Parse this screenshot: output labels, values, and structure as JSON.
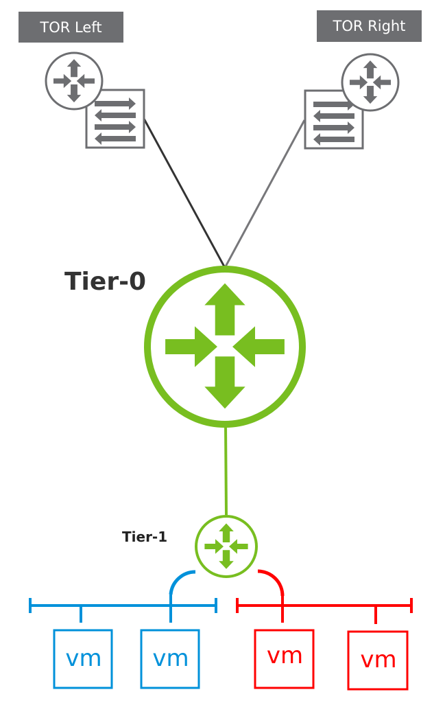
{
  "colors": {
    "tor_gray": "#6d6e71",
    "link_dark": "#333333",
    "link_gray": "#77777a",
    "tier_green": "#78be20",
    "segment_blue": "#0091da",
    "segment_red": "#ff0000",
    "text_dark": "#333333"
  },
  "tor": {
    "left": {
      "label": "TOR Left",
      "icon": "router-switch-icon"
    },
    "right": {
      "label": "TOR Right",
      "icon": "router-switch-icon"
    }
  },
  "tier0": {
    "label": "Tier-0",
    "icon": "router-icon"
  },
  "tier1": {
    "label": "Tier-1",
    "icon": "router-icon"
  },
  "segments": [
    {
      "name": "blue-segment",
      "color": "#0091da",
      "vms": [
        {
          "label": "vm"
        },
        {
          "label": "vm"
        }
      ]
    },
    {
      "name": "red-segment",
      "color": "#ff0000",
      "vms": [
        {
          "label": "vm"
        },
        {
          "label": "vm"
        }
      ]
    }
  ]
}
